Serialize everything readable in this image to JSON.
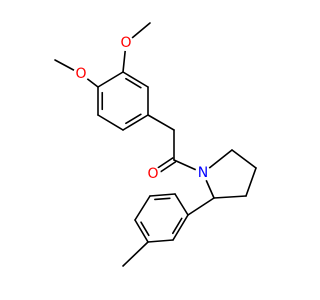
{
  "molecule": {
    "atoms": [
      {
        "id": "O1",
        "element": "O",
        "label": "O",
        "color": "#ff0000"
      },
      {
        "id": "O2",
        "element": "O",
        "label": "O",
        "color": "#ff0000"
      },
      {
        "id": "O3",
        "element": "O",
        "label": "O",
        "color": "#ff0000"
      },
      {
        "id": "N1",
        "element": "N",
        "label": "N",
        "color": "#0000ff"
      }
    ],
    "bond_color": "#000000"
  }
}
